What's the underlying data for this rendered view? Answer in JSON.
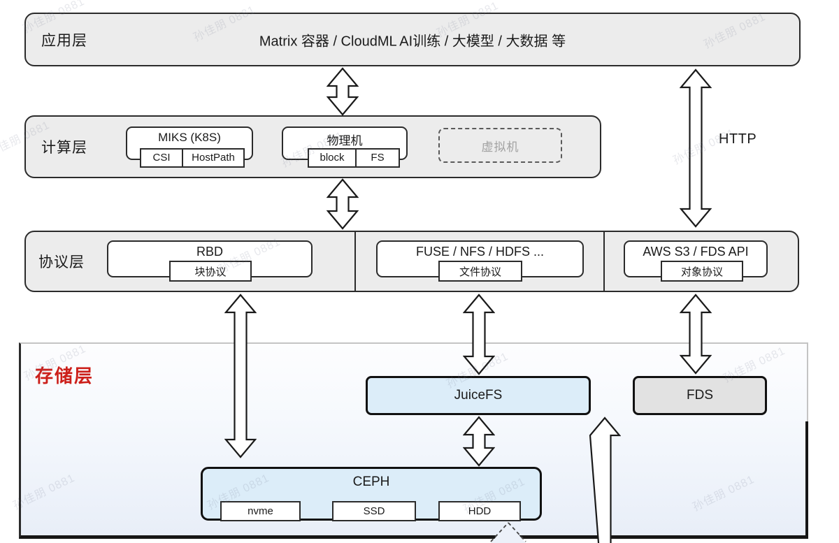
{
  "watermark": {
    "text": "孙佳朋 0881"
  },
  "layers": {
    "app": {
      "label": "应用层",
      "content": "Matrix 容器 / CloudML AI训练 / 大模型 / 大数据 等"
    },
    "compute": {
      "label": "计算层",
      "k8s": {
        "title": "MIKS (K8S)",
        "sub1": "CSI",
        "sub2": "HostPath"
      },
      "physical": {
        "title": "物理机",
        "sub1": "block",
        "sub2": "FS"
      },
      "vm": {
        "title": "虚拟机"
      }
    },
    "protocol": {
      "label": "协议层",
      "block": {
        "title": "RBD",
        "sub": "块协议"
      },
      "file": {
        "title": "FUSE / NFS / HDFS ...",
        "sub": "文件协议"
      },
      "object": {
        "title": "AWS S3 / FDS API",
        "sub": "对象协议"
      }
    },
    "storage": {
      "label": "存储层",
      "juicefs": "JuiceFS",
      "fds": "FDS",
      "ceph": {
        "title": "CEPH",
        "disk1": "nvme",
        "disk2": "SSD",
        "disk3": "HDD"
      }
    }
  },
  "annotations": {
    "http": "HTTP"
  },
  "colors": {
    "storage_label_red": "#cc1f1a",
    "layer_fill_gray": "#ececec",
    "storage_cell_blue": "#dcedf9",
    "fds_cell_gray": "#e2e2e2",
    "outline_dark": "#2b2b2b"
  }
}
